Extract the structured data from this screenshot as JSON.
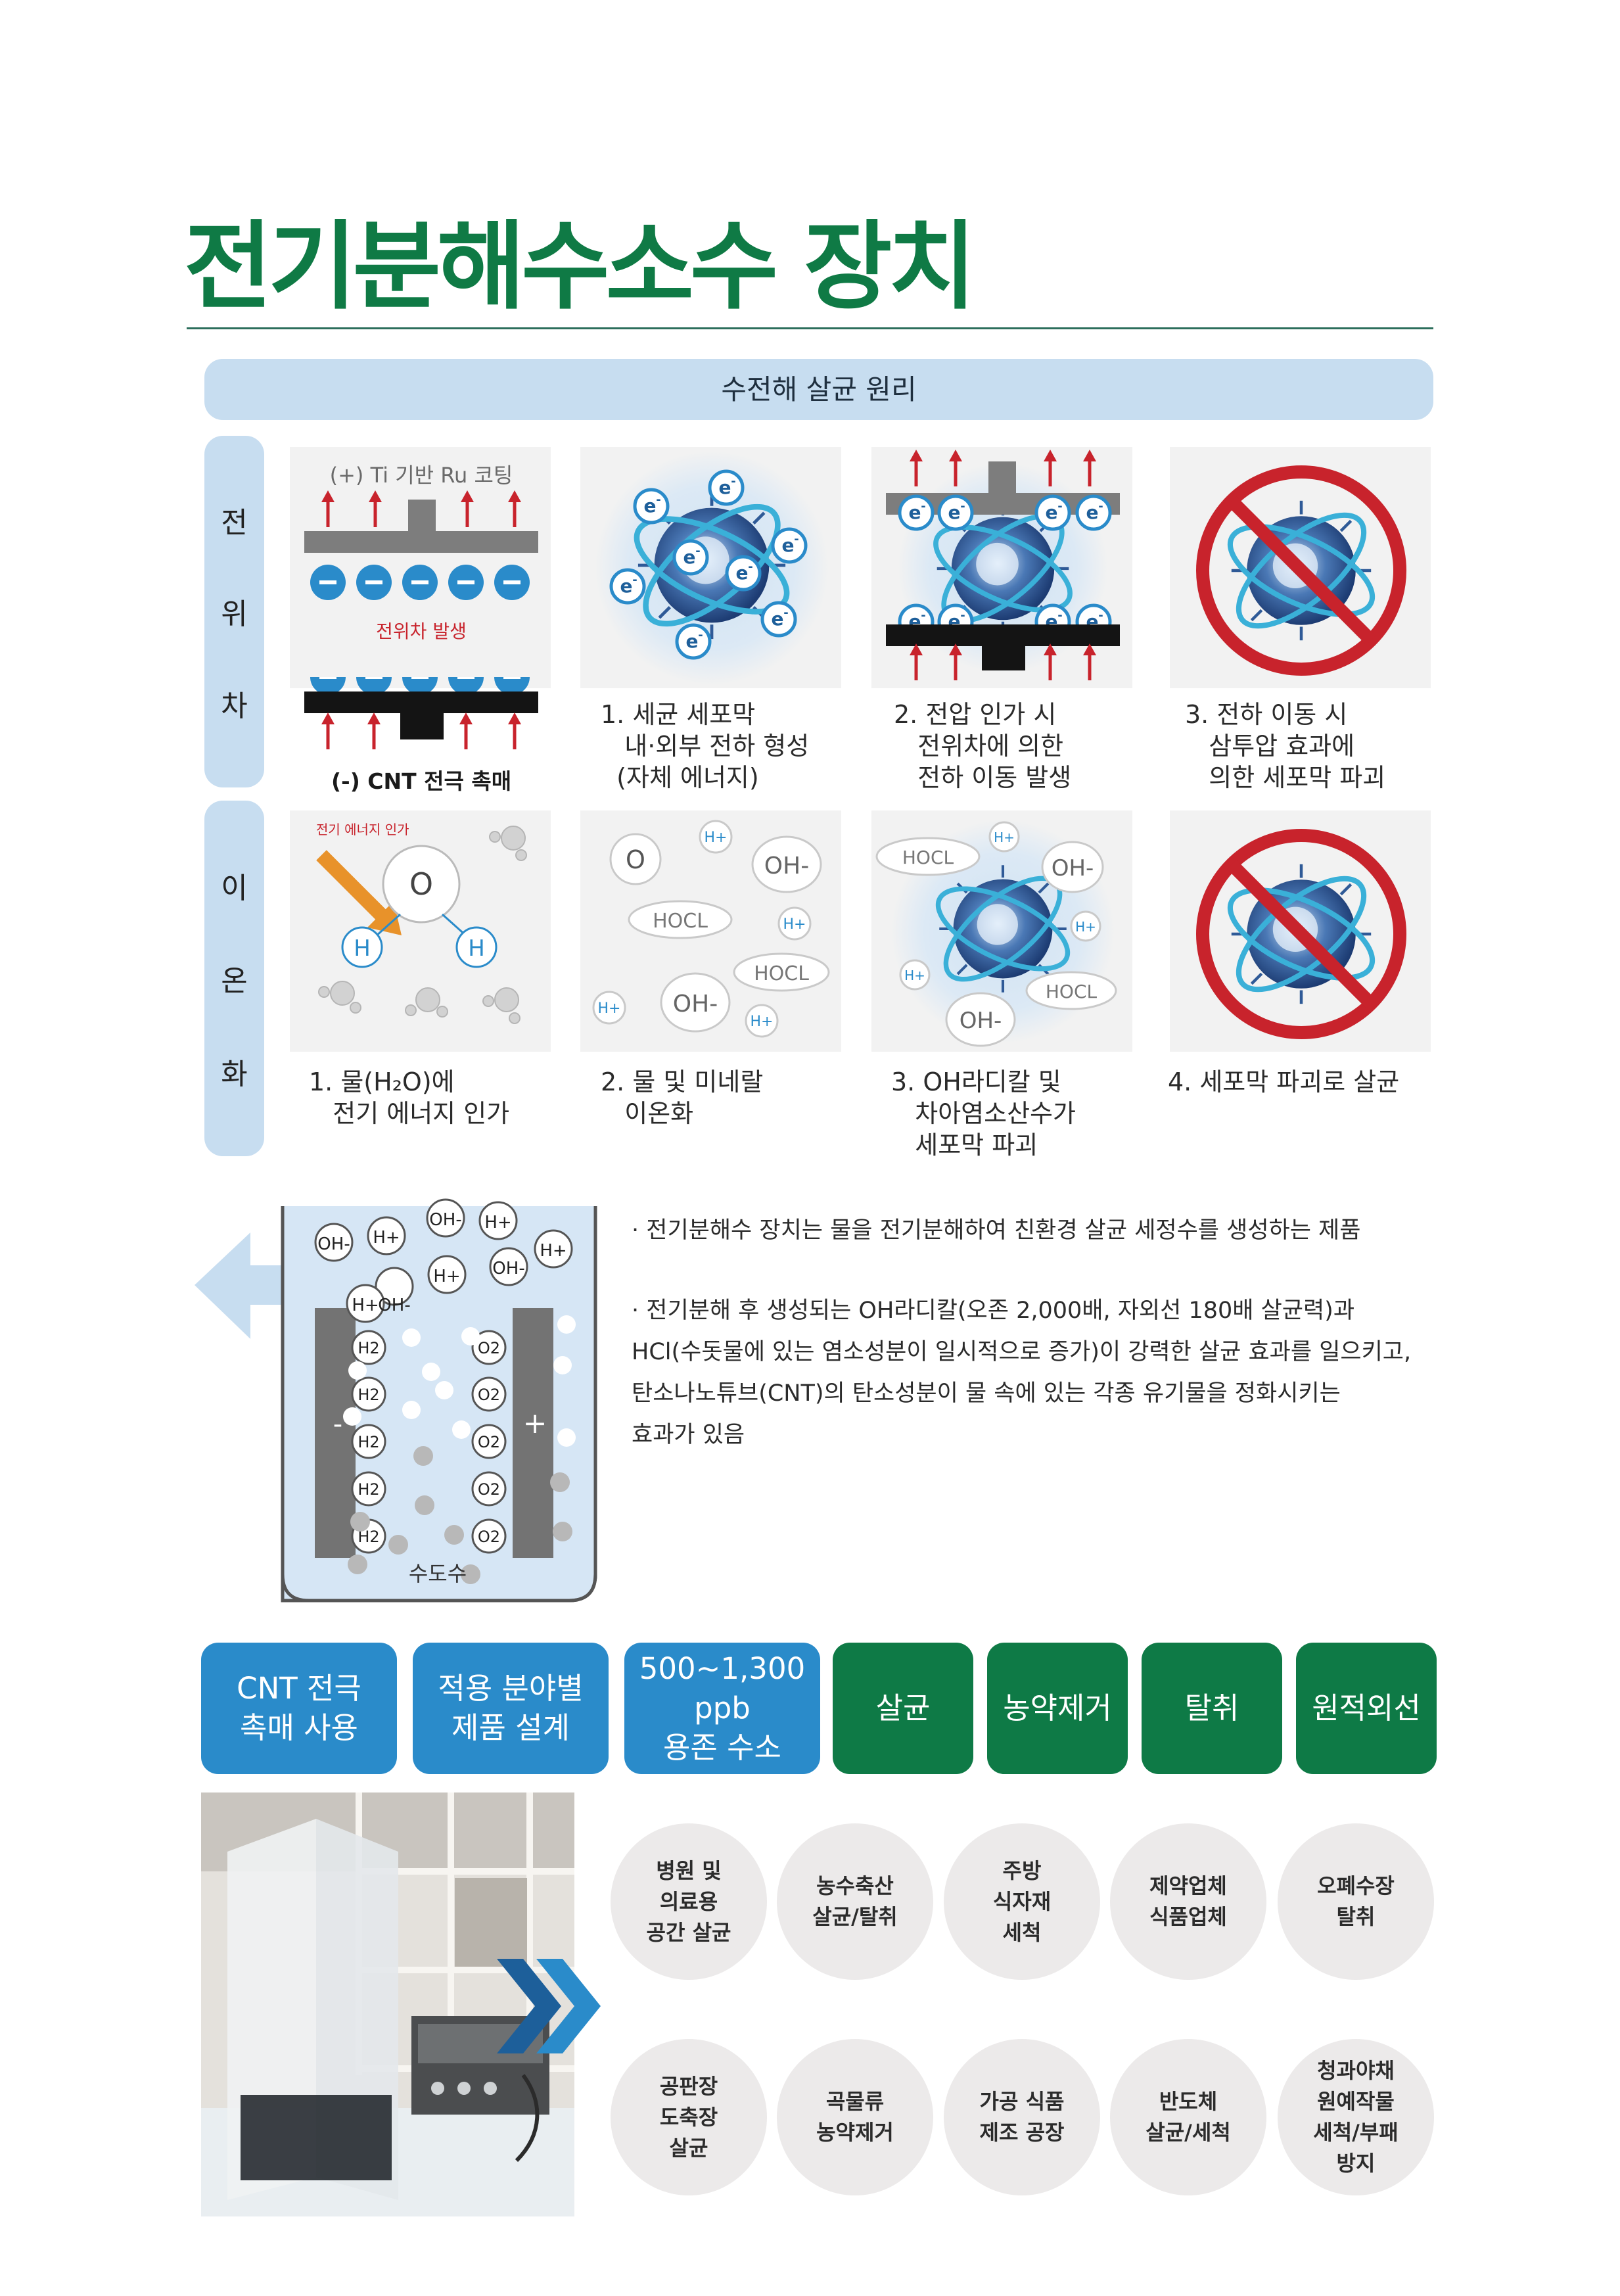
{
  "title": "전기분해수소수 장치",
  "banner": "수전해 살균 원리",
  "side_labels": {
    "potential": [
      "전",
      "위",
      "차"
    ],
    "ionization": [
      "이",
      "온",
      "화"
    ]
  },
  "potential": {
    "diagram": {
      "top_label": "(+) Ti 기반 Ru 코팅",
      "middle_label": "전위차 발생",
      "bottom_label": "(-) CNT 전극 촉매"
    },
    "electron_symbol": "e",
    "captions": [
      "1. 세균 세포막\n   내·외부 전하 형성\n  (자체 에너지)",
      "2. 전압 인가 시\n   전위차에 의한\n   전하 이동 발생",
      "3. 전하 이동 시\n   삼투압 효과에\n   의한 세포막 파괴"
    ]
  },
  "ionization": {
    "diagram": {
      "arrow_label": "전기 에너지 인가",
      "O": "O",
      "H": "H"
    },
    "ions": {
      "O": "O",
      "H": "H+",
      "OH": "OH-",
      "HOCL": "HOCL"
    },
    "captions": [
      "1. 물(H₂O)에\n   전기 에너지 인가",
      "2. 물 및 미네랄\n   이온화",
      "3. OH라디칼 및\n   차아염소산수가\n   세포막 파괴",
      "4. 세포막 파괴로 살균"
    ]
  },
  "tank": {
    "ions_top": [
      "OH-",
      "H+",
      "OH-",
      "H+",
      "OH-",
      "H+",
      "OH-",
      "H+",
      "H+"
    ],
    "h2": "H2",
    "o2": "O2",
    "minus": "-",
    "plus": "+",
    "label": "수도수"
  },
  "description": [
    "· 전기분해수 장치는 물을 전기분해하여 친환경 살균 세정수를 생성하는 제품",
    "· 전기분해 후  생성되는 OH라디칼(오존 2,000배, 자외선 180배 살균력)과",
    "  HCl(수돗물에 있는 염소성분이 일시적으로 증가)이 강력한 살균 효과를 일으키고,",
    "  탄소나노튜브(CNT)의 탄소성분이 물 속에 있는 각종 유기물을 정화시키는",
    "  효과가 있음"
  ],
  "features_blue": [
    "CNT 전극\n촉매 사용",
    "적용 분야별\n제품 설계",
    "500~1,300\nppb\n용존 수소"
  ],
  "features_green": [
    "살균",
    "농약제거",
    "탈취",
    "원적외선"
  ],
  "applications": [
    "병원 및\n의료용\n공간 살균",
    "농수축산\n살균/탈취",
    "주방\n식자재\n세척",
    "제약업체\n식품업체",
    "오폐수장\n탈취",
    "공판장\n도축장\n살균",
    "곡물류\n농약제거",
    "가공 식품\n제조 공장",
    "반도체\n살균/세척",
    "청과야채\n원예작물\n세척/부패\n방지"
  ],
  "colors": {
    "title_green": "#0f7a45",
    "banner_blue": "#c7ddf0",
    "feature_blue": "#2a8bca",
    "feature_green": "#0e7a46",
    "electron_blue": "#2a8bca",
    "prohibit_red": "#c8232c",
    "arrow_red": "#c8232c",
    "arrow_orange": "#e8922a"
  },
  "icons": [
    "microbe-icon",
    "prohibited-icon",
    "electron-icon",
    "double-chevron-icon",
    "device-photo"
  ]
}
